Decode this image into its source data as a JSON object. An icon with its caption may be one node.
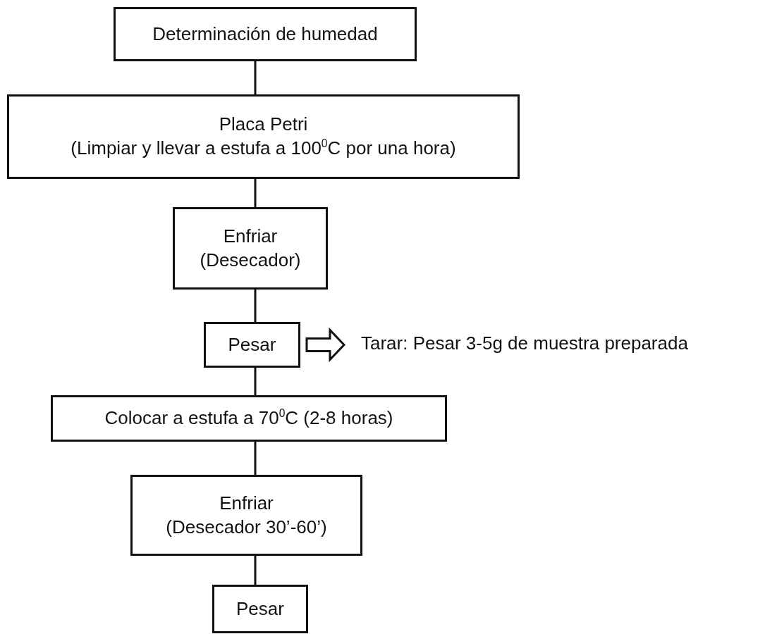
{
  "diagram": {
    "nodes": [
      {
        "text": [
          "Determinación de humedad"
        ]
      },
      {
        "text": [
          "Placa Petri",
          "(Limpiar y llevar a estufa a 100$^{0}$C por una  hora)"
        ]
      },
      {
        "text": [
          "Enfriar",
          "(Desecador)"
        ]
      },
      {
        "text": [
          "Pesar"
        ]
      },
      {
        "text": [
          "Tarar: Pesar 3-5g de muestra preparada"
        ]
      },
      {
        "text": [
          "Colocar a estufa a 70$^{0}$C (2-8 horas)"
        ]
      },
      {
        "text": [
          "Enfriar",
          "(Desecador 30’-60’)"
        ]
      },
      {
        "text": [
          "Pesar"
        ]
      }
    ],
    "edges": [
      {
        "from": 0,
        "to": 1,
        "arrow": "none"
      },
      {
        "from": 1,
        "to": 2,
        "arrow": "none"
      },
      {
        "from": 2,
        "to": 3,
        "arrow": "none"
      },
      {
        "from": 3,
        "to": 4,
        "arrow": "to",
        "style": "thick"
      },
      {
        "from": 3,
        "to": 5,
        "arrow": "none"
      },
      {
        "from": 5,
        "to": 6,
        "arrow": "none"
      },
      {
        "from": 6,
        "to": 7,
        "arrow": "none"
      }
    ]
  }
}
